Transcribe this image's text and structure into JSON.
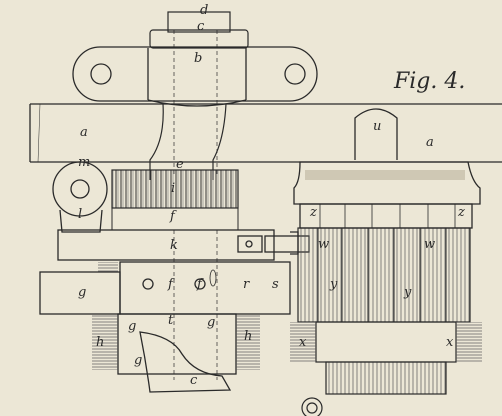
{
  "figure": {
    "caption": "Fig. 4."
  },
  "labels": {
    "d": "d",
    "c_top": "c",
    "b": "b",
    "a_left": "a",
    "a_right": "a",
    "u": "u",
    "e": "e",
    "m": "m",
    "i": "i",
    "l": "l",
    "f_upper": "f",
    "k": "k",
    "z_left": "z",
    "z_right": "z",
    "w_left": "w",
    "w_right": "w",
    "g_left": "g",
    "f_lower": "f",
    "f_lower2": "f",
    "r": "r",
    "s": "s",
    "y_left": "y",
    "y_mid": "y",
    "t": "t",
    "g_small_left": "g",
    "g_small_right": "g",
    "h_left": "h",
    "h_mid": "h",
    "x_left": "x",
    "x_right": "x",
    "g_bottom": "g",
    "c_bottom": "c"
  },
  "colors": {
    "paper": "#ece7d6",
    "ink": "#2a2a2a",
    "hatch": "#555555"
  }
}
